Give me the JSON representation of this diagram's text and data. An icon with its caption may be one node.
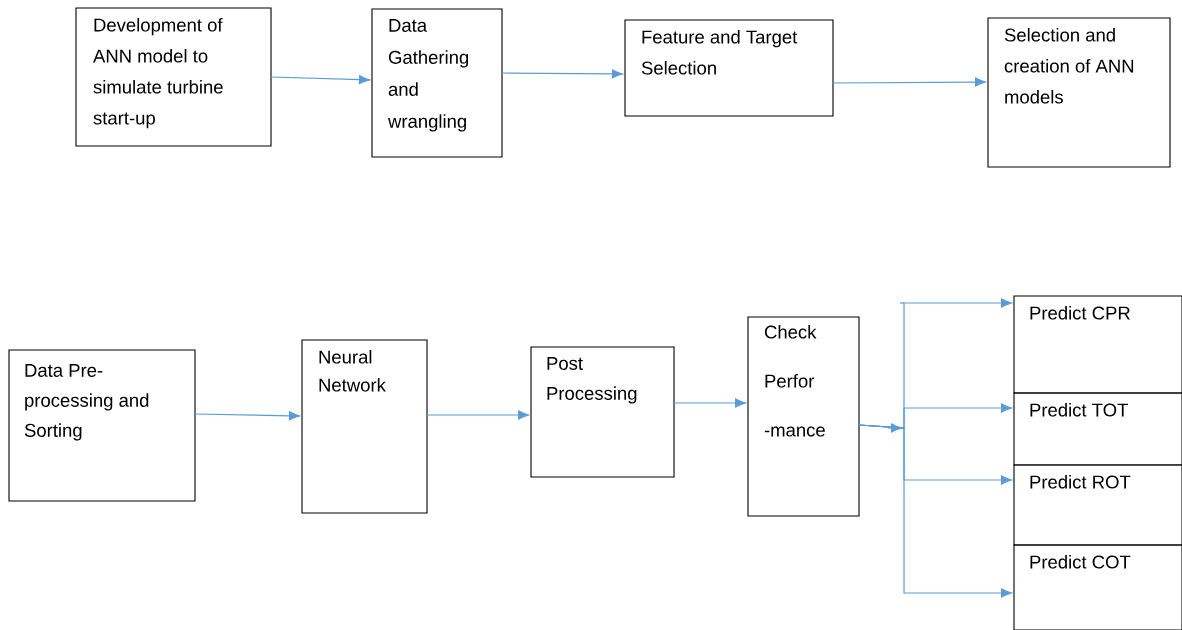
{
  "diagram": {
    "nodes": [
      {
        "text": [
          "Development of ANN model to simulate turbine start-up"
        ]
      },
      {
        "text": [
          "Data Gathering and wrangling"
        ]
      },
      {
        "text": [
          "Feature and Target Selection"
        ]
      },
      {
        "text": [
          "Selection and creation of ANN models"
        ]
      },
      {
        "text": [
          "Data Pre- processing and Sorting"
        ]
      },
      {
        "text": [
          "Neural Network"
        ]
      },
      {
        "text": [
          "Post Processing"
        ]
      },
      {
        "text": [
          "Check Perfor -mance"
        ]
      },
      {
        "text": [
          "Predict CPR"
        ]
      },
      {
        "text": [
          "Predict TOT"
        ]
      },
      {
        "text": [
          "Predict ROT"
        ]
      },
      {
        "text": [
          "Predict COT"
        ]
      }
    ],
    "edges": [
      {
        "from": 0,
        "to": 1,
        "arrow": "to"
      },
      {
        "from": 1,
        "to": 2,
        "arrow": "to"
      },
      {
        "from": 2,
        "to": 3,
        "arrow": "to"
      },
      {
        "from": 4,
        "to": 5,
        "arrow": "to"
      },
      {
        "from": 5,
        "to": 6,
        "arrow": "to"
      },
      {
        "from": 6,
        "to": 7,
        "arrow": "to"
      },
      {
        "from": 7,
        "to": 8,
        "arrow": "to"
      },
      {
        "from": 7,
        "to": 9,
        "arrow": "to"
      },
      {
        "from": 7,
        "to": 10,
        "arrow": "to"
      },
      {
        "from": 7,
        "to": 11,
        "arrow": "to"
      }
    ]
  }
}
